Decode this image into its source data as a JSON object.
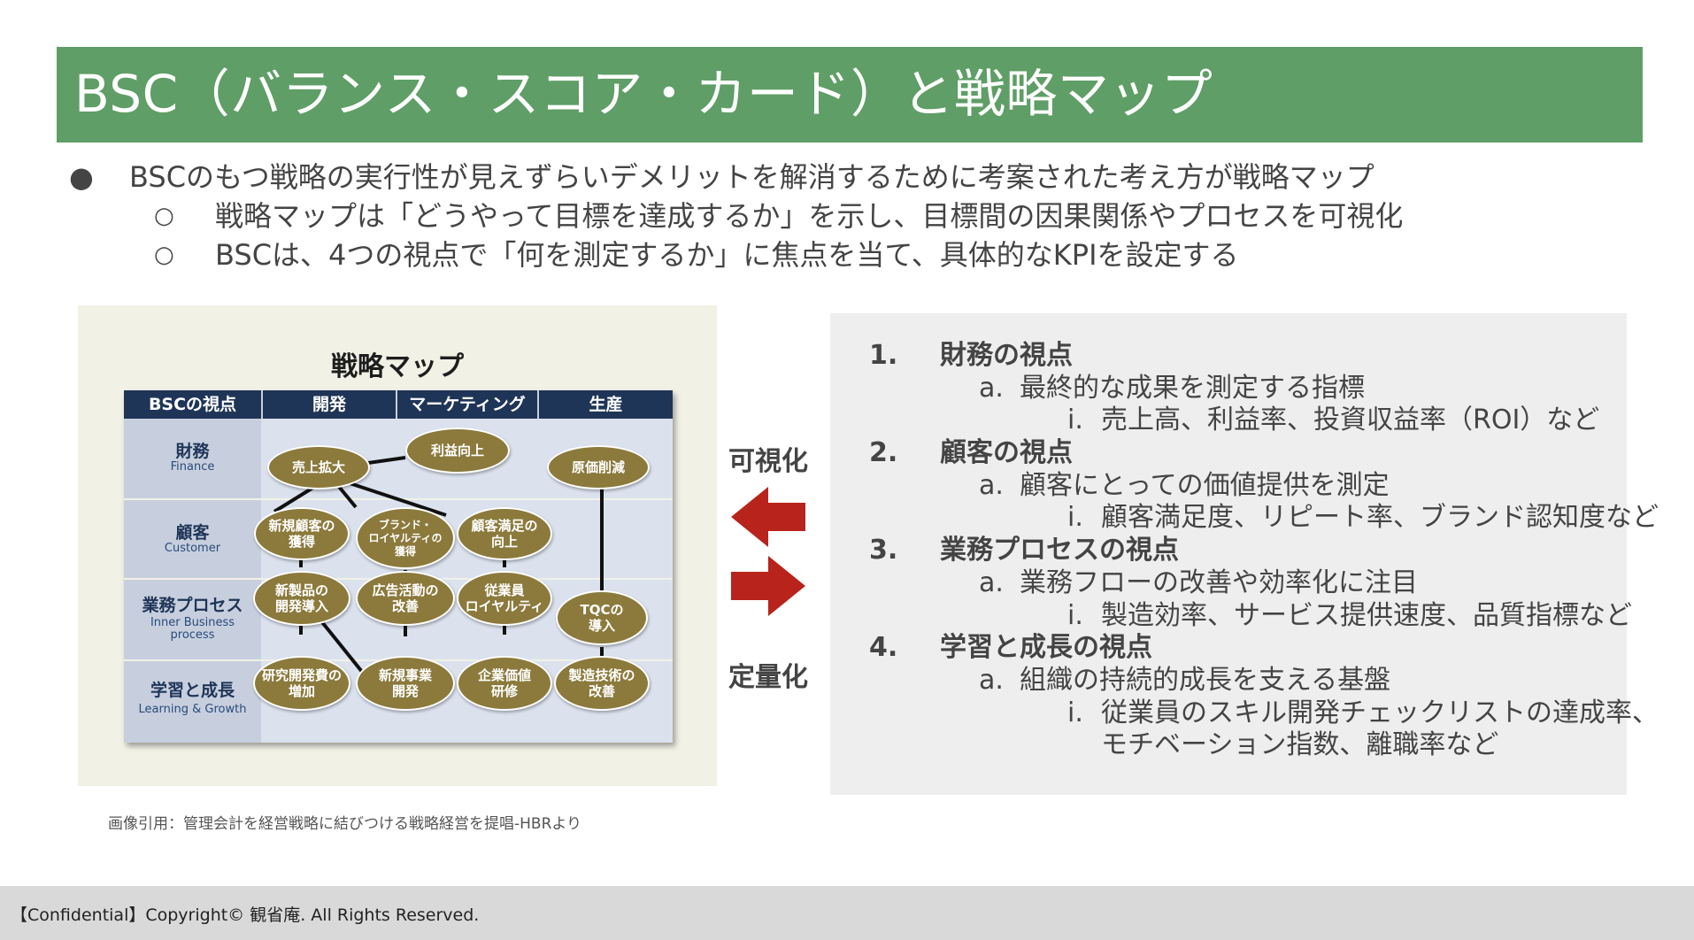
{
  "title": "BSC（バランス・スコア・カード）と戦略マップ",
  "bullets": [
    {
      "mark": "●",
      "text": "BSCのもつ戦略の実行性が見えずらいデメリットを解消するために考案された考え方が戦略マップ"
    },
    {
      "mark": "○",
      "text": "戦略マップは「どうやって目標を達成するか」を示し、目標間の因果関係やプロセスを可視化"
    },
    {
      "mark": "○",
      "text": "BSCは、4つの視点で「何を測定するか」に焦点を当て、具体的なKPIを設定する"
    }
  ],
  "strategy_map": {
    "title": "戦略マップ",
    "headers": [
      "BSCの視点",
      "開発",
      "マーケティング",
      "生産"
    ],
    "rows": [
      {
        "jp": "財務",
        "en": "Finance"
      },
      {
        "jp": "顧客",
        "en": "Customer"
      },
      {
        "jp": "業務プロセス",
        "en": "Inner Business\nprocess"
      },
      {
        "jp": "学習と成長",
        "en": "Learning & Growth"
      }
    ],
    "nodes": {
      "sales_expansion": "売上拡大",
      "profit_up": "利益向上",
      "cost_reduction": "原価削減",
      "new_customers": "新規顧客の\n獲得",
      "brand_loyalty": "ブランド・\nロイヤルティの\n獲得",
      "customer_satisfaction": "顧客満足の\n向上",
      "new_product": "新製品の\n開発導入",
      "ad_improvement": "広告活動の\n改善",
      "employee_loyalty": "従業員\nロイヤルティ",
      "tqc": "TQCの\n導入",
      "rd_increase": "研究開発費の\n増加",
      "new_business": "新規事業\n開発",
      "corporate_value": "企業価値\n研修",
      "manufacturing_tech": "製造技術の\n改善"
    },
    "colors": {
      "header": "#1f3557",
      "node": "#8b7a3c"
    }
  },
  "labels": {
    "visualize": "可視化",
    "quantify": "定量化"
  },
  "arrow_color": "#b8231c",
  "caption": "画像引用：管理会計を経営戦略に結びつける戦略経営を提唱-HBRより",
  "perspectives": [
    {
      "level": 1,
      "mark": "1.",
      "text": "財務の視点"
    },
    {
      "level": 2,
      "mark": "a.",
      "text": "最終的な成果を測定する指標"
    },
    {
      "level": 3,
      "mark": "i.",
      "text": "売上高、利益率、投資収益率（ROI）など"
    },
    {
      "level": 1,
      "mark": "2.",
      "text": "顧客の視点"
    },
    {
      "level": 2,
      "mark": "a.",
      "text": "顧客にとっての価値提供を測定"
    },
    {
      "level": 3,
      "mark": "i.",
      "text": "顧客満足度、リピート率、ブランド認知度など"
    },
    {
      "level": 1,
      "mark": "3.",
      "text": "業務プロセスの視点"
    },
    {
      "level": 2,
      "mark": "a.",
      "text": "業務フローの改善や効率化に注目"
    },
    {
      "level": 3,
      "mark": "i.",
      "text": "製造効率、サービス提供速度、品質指標など"
    },
    {
      "level": 1,
      "mark": "4.",
      "text": "学習と成長の視点"
    },
    {
      "level": 2,
      "mark": "a.",
      "text": "組織の持続的成長を支える基盤"
    },
    {
      "level": 3,
      "mark": "i.",
      "text": "従業員のスキル開発チェックリストの達成率、"
    },
    {
      "level": 3,
      "mark": "",
      "text": "モチベーション指数、離職率など"
    }
  ],
  "footer": "【Confidential】Copyright© 観省庵. All Rights Reserved.",
  "theme": {
    "title_bar": "#5f9e66",
    "panel": "#eeeeee",
    "footer": "#d9d9d9"
  }
}
